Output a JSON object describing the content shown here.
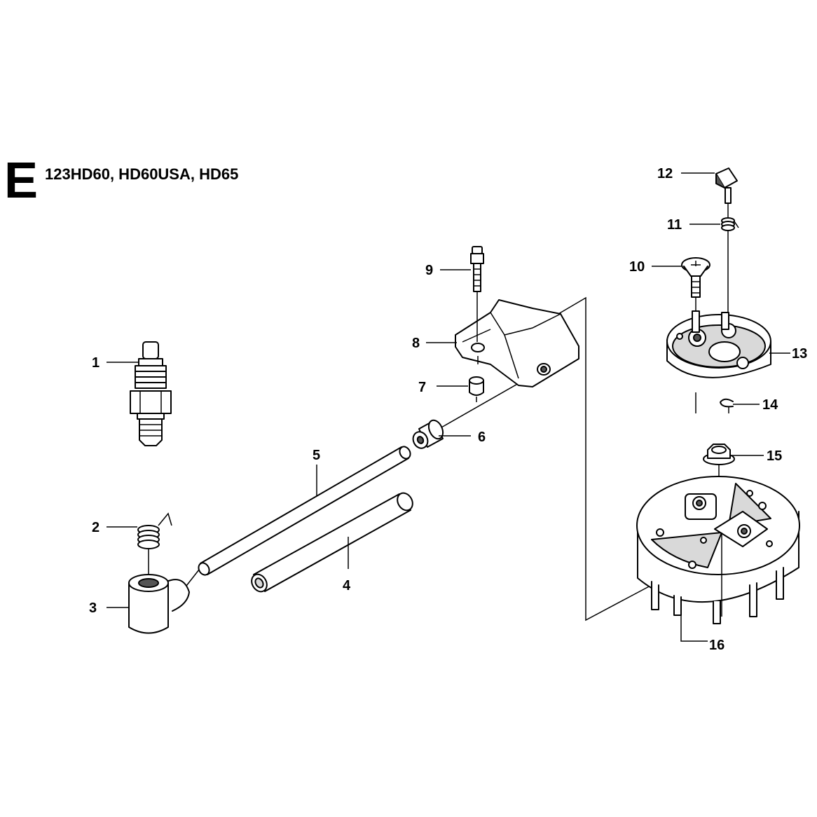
{
  "header": {
    "section_letter": "E",
    "models": "123HD60, HD60USA, HD65"
  },
  "callouts": [
    "1",
    "2",
    "3",
    "4",
    "5",
    "6",
    "7",
    "8",
    "9",
    "10",
    "11",
    "12",
    "13",
    "14",
    "15",
    "16"
  ]
}
